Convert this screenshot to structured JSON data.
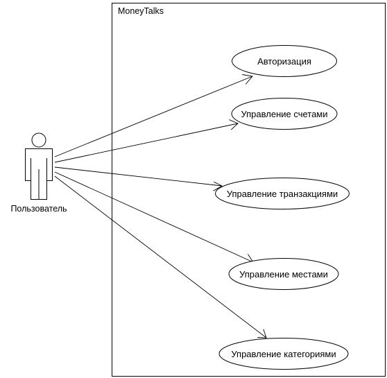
{
  "system": {
    "name": "MoneyTalks"
  },
  "actor": {
    "name": "Пользователь"
  },
  "use_cases": [
    {
      "label": "Авторизация"
    },
    {
      "label": "Управление счетами"
    },
    {
      "label": "Управление транзакциями"
    },
    {
      "label": "Управление местами"
    },
    {
      "label": "Управление категориями"
    }
  ],
  "colors": {
    "stroke": "#000000",
    "background": "#ffffff"
  }
}
